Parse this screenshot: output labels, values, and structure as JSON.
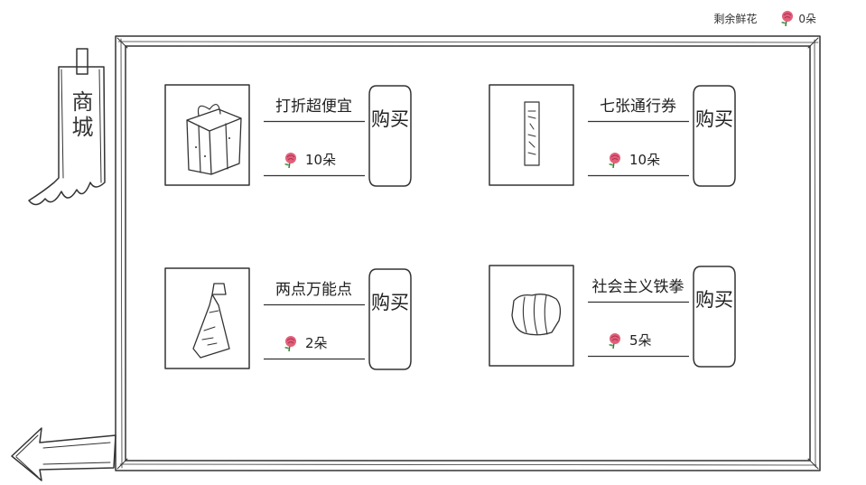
{
  "currency": {
    "label": "剩余鲜花",
    "amount": "0朵",
    "icon": "rose-icon"
  },
  "banner": {
    "title": "商城"
  },
  "shop": {
    "items": [
      {
        "name": "打折超便宜",
        "price": "10朵",
        "buy_label": "购买",
        "icon": "gift-box-icon"
      },
      {
        "name": "七张通行券",
        "price": "10朵",
        "buy_label": "购买",
        "icon": "pass-ticket-icon"
      },
      {
        "name": "两点万能点",
        "price": "2朵",
        "buy_label": "购买",
        "icon": "universal-bag-icon"
      },
      {
        "name": "社会主义铁拳",
        "price": "5朵",
        "buy_label": "购买",
        "icon": "iron-fist-icon"
      }
    ]
  },
  "nav": {
    "back_icon": "back-arrow-icon"
  }
}
